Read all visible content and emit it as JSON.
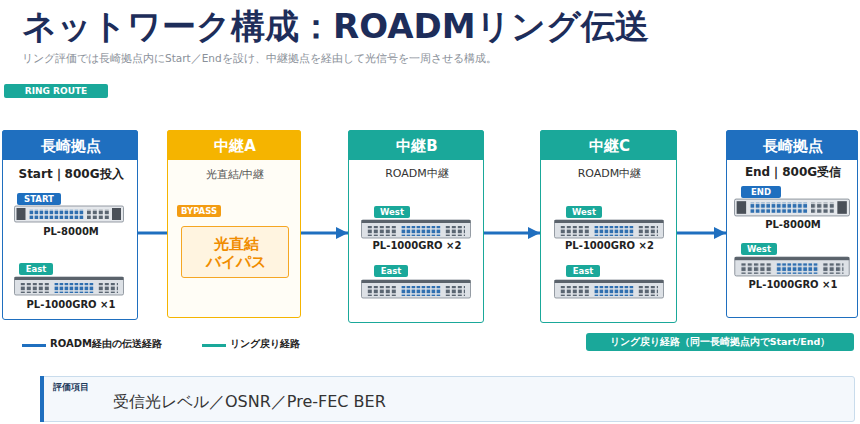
{
  "diagram": {
    "title": "ネットワーク構成：ROADMリング伝送",
    "nodes": [
      {
        "text": [
          "RING ROUTE"
        ]
      },
      {
        "text": [
          "長崎拠点",
          "Start｜800G投入",
          "PL-8000M",
          "PL-1000GRO ×1"
        ]
      },
      {
        "text": [
          "START"
        ],
        "in": 1
      },
      {
        "text": [
          "East"
        ],
        "in": 1
      },
      {
        "text": [
          "中継A",
          "光直結/中継"
        ]
      },
      {
        "text": [
          "BYPASS"
        ],
        "in": 4
      },
      {
        "text": [
          "光直結 バイパス"
        ],
        "in": 4
      },
      {
        "text": [
          "中継B",
          "ROADM中継",
          "PL-1000GRO ×2"
        ]
      },
      {
        "text": [
          "West"
        ],
        "in": 7
      },
      {
        "text": [
          "East"
        ],
        "in": 7
      },
      {
        "text": [
          "中継C",
          "ROADM中継",
          "PL-1000GRO ×2"
        ]
      },
      {
        "text": [
          "West"
        ],
        "in": 10
      },
      {
        "text": [
          "East"
        ],
        "in": 10
      },
      {
        "text": [
          "長崎拠点",
          "End｜800G受信",
          "PL-8000M",
          "PL-1000GRO ×1"
        ]
      },
      {
        "text": [
          "END"
        ],
        "in": 13
      },
      {
        "text": [
          "West"
        ],
        "in": 13
      },
      {
        "text": [
          "リング戻り経路（同一長崎拠点内でStart/End）"
        ]
      },
      {
        "text": [
          "評価項目",
          "受信光レベル／OSNR／Pre-FEC BER"
        ]
      }
    ],
    "edges": [
      {
        "from": 1,
        "to": 4,
        "arrow": "none"
      },
      {
        "from": 4,
        "to": 7,
        "arrow": "to"
      },
      {
        "from": 7,
        "to": 10,
        "arrow": "to"
      },
      {
        "from": 10,
        "to": 13,
        "arrow": "to"
      }
    ],
    "labels": [
      "リング評価では長崎拠点内にStart／Endを設け、中継拠点を経由して光信号を一周させる構成。"
    ],
    "legend": [
      {
        "text": "ROADM経由の伝送経路"
      },
      {
        "text": "リング戻り経路"
      }
    ]
  }
}
